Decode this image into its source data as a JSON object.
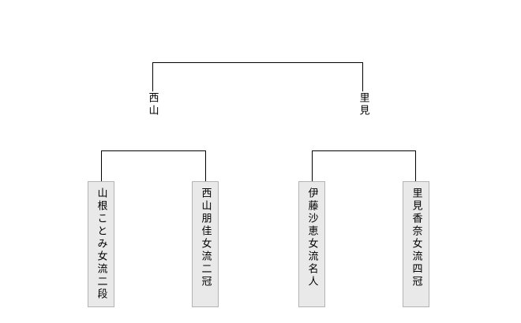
{
  "bracket": {
    "final": {
      "left_winner": "西山",
      "right_winner": "里見"
    },
    "semifinals": [
      {
        "players": [
          "山根ことみ女流二段",
          "西山朋佳女流二冠"
        ]
      },
      {
        "players": [
          "伊藤沙恵女流名人",
          "里見香奈女流四冠"
        ]
      }
    ]
  },
  "colors": {
    "background": "#ffffff",
    "line": "#000000",
    "player_box_bg": "#e9e9e9",
    "player_box_border": "#b3b3b3",
    "text": "#000000"
  }
}
